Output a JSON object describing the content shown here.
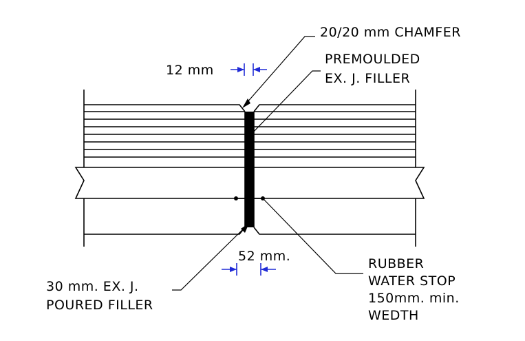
{
  "labels": {
    "chamfer": "20/20 mm CHAMFER",
    "premoulded_line1": "PREMOULDED",
    "premoulded_line2": "EX. J. FILLER",
    "gap_dim": "12 mm",
    "joint_dim": "52 mm.",
    "poured_line1": "30 mm. EX. J.",
    "poured_line2": "POURED FILLER",
    "rubber_line1": "RUBBER",
    "rubber_line2": "WATER STOP",
    "rubber_line3": "150mm. min.",
    "rubber_line4": "WEDTH"
  },
  "colors": {
    "linework": "#000000",
    "dimension": "#1f2ad6",
    "background": "#ffffff"
  }
}
